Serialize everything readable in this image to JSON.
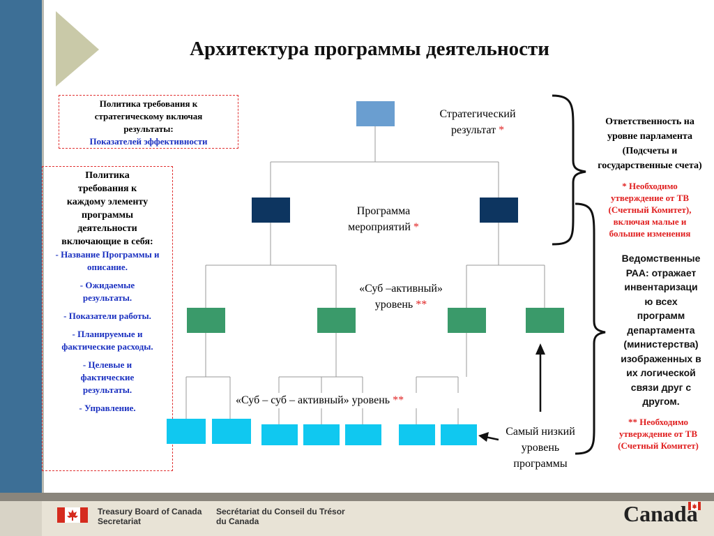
{
  "title": "Архитектура программы деятельности",
  "policy_top": {
    "line1": "Политика требования к",
    "line2": "стратегическому включая",
    "line3": "результаты:",
    "link": "Показателей эффективности"
  },
  "policy_left": {
    "heading_lines": [
      "Политика",
      "требования к",
      "каждому элементу",
      "программы",
      "деятельности",
      "включающие в себя:"
    ],
    "items": [
      "- Название Программы и описание.",
      "- Ожидаемые результаты.",
      "- Показатели работы.",
      "- Планируемые и фактические расходы.",
      "- Целевые и фактические результаты.",
      "- Управление."
    ]
  },
  "levels": {
    "strategic": {
      "text_line1": "Стратегический",
      "text_line2": "результат",
      "star": "*"
    },
    "program": {
      "text_line1": "Программа",
      "text_line2": "мероприятий",
      "star": "*"
    },
    "sub": {
      "text_line1": "«Суб –активный»",
      "text_line2": "уровень",
      "star": "**"
    },
    "subsub": {
      "text": "«Суб – суб – активный» уровень",
      "star": "**"
    },
    "lowest": {
      "line1": "Самый низкий",
      "line2": "уровень",
      "line3": "программы"
    }
  },
  "right_notes": {
    "parliament_lines": [
      "Ответственность на",
      "уровне парламента",
      "(Подсчеты и",
      "государственные счета)"
    ],
    "tb_note1_lines": [
      "* Необходимо",
      "утверждение от ТВ",
      "(Счетный Комитет),",
      "включая малые и",
      "большие изменения"
    ],
    "dept_lines": [
      "Ведомственные",
      "РАА: отражает",
      "инвентаризаци",
      "ю всех",
      "программ",
      "департамента",
      "(министерства)",
      "изображенных в",
      "их логической",
      "связи друг с",
      "другом."
    ],
    "tb_note2_lines": [
      "** Необходимо",
      "утверждение от ТВ",
      "(Счетный Комитет)"
    ]
  },
  "footer": {
    "en_line1": "Treasury Board of Canada",
    "en_line2": "Secretariat",
    "fr_line1": "Secrétariat du Conseil du Trésor",
    "fr_line2": "du Canada",
    "wordmark": "Canada"
  },
  "colors": {
    "strategic_box": "#6a9ed0",
    "program_box": "#0d3560",
    "sub_box": "#3a9a6a",
    "subsub_box": "#10c8f0",
    "accent_red": "#e02020",
    "link_blue": "#1a30c0"
  }
}
